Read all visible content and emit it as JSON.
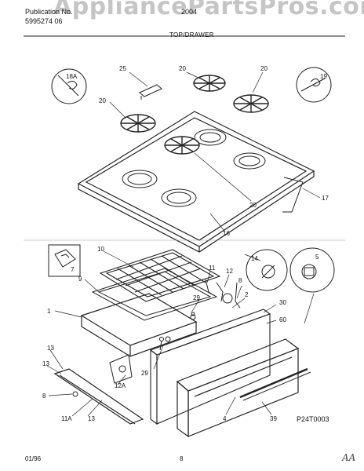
{
  "header": {
    "publication_label": "Publication No.",
    "publication_number": "5995274 06",
    "model_number": "2004",
    "section_title": "TOP/DRAWER"
  },
  "watermark": "AppliancePartsPros.com",
  "callouts": {
    "c18a": "18A",
    "c25": "25",
    "c20a": "20",
    "c20b": "20",
    "c20c": "20",
    "c20d": "20",
    "c19": "19",
    "c17": "17",
    "c16": "16",
    "c7": "7",
    "c10": "10",
    "c9": "9",
    "c1": "1",
    "c11": "11",
    "c12": "12",
    "c8a": "8",
    "c29a": "29",
    "c29b": "29",
    "c2": "2",
    "c30": "30",
    "c60": "60",
    "c14": "14",
    "c5": "5",
    "c13a": "13",
    "c13b": "13",
    "c8b": "8",
    "c12a": "12A",
    "c11a": "11A",
    "c4": "4",
    "c39": "39"
  },
  "drawing_code": "P24T0003",
  "footer": {
    "date": "01/96",
    "page": "8",
    "initials": "AA"
  }
}
